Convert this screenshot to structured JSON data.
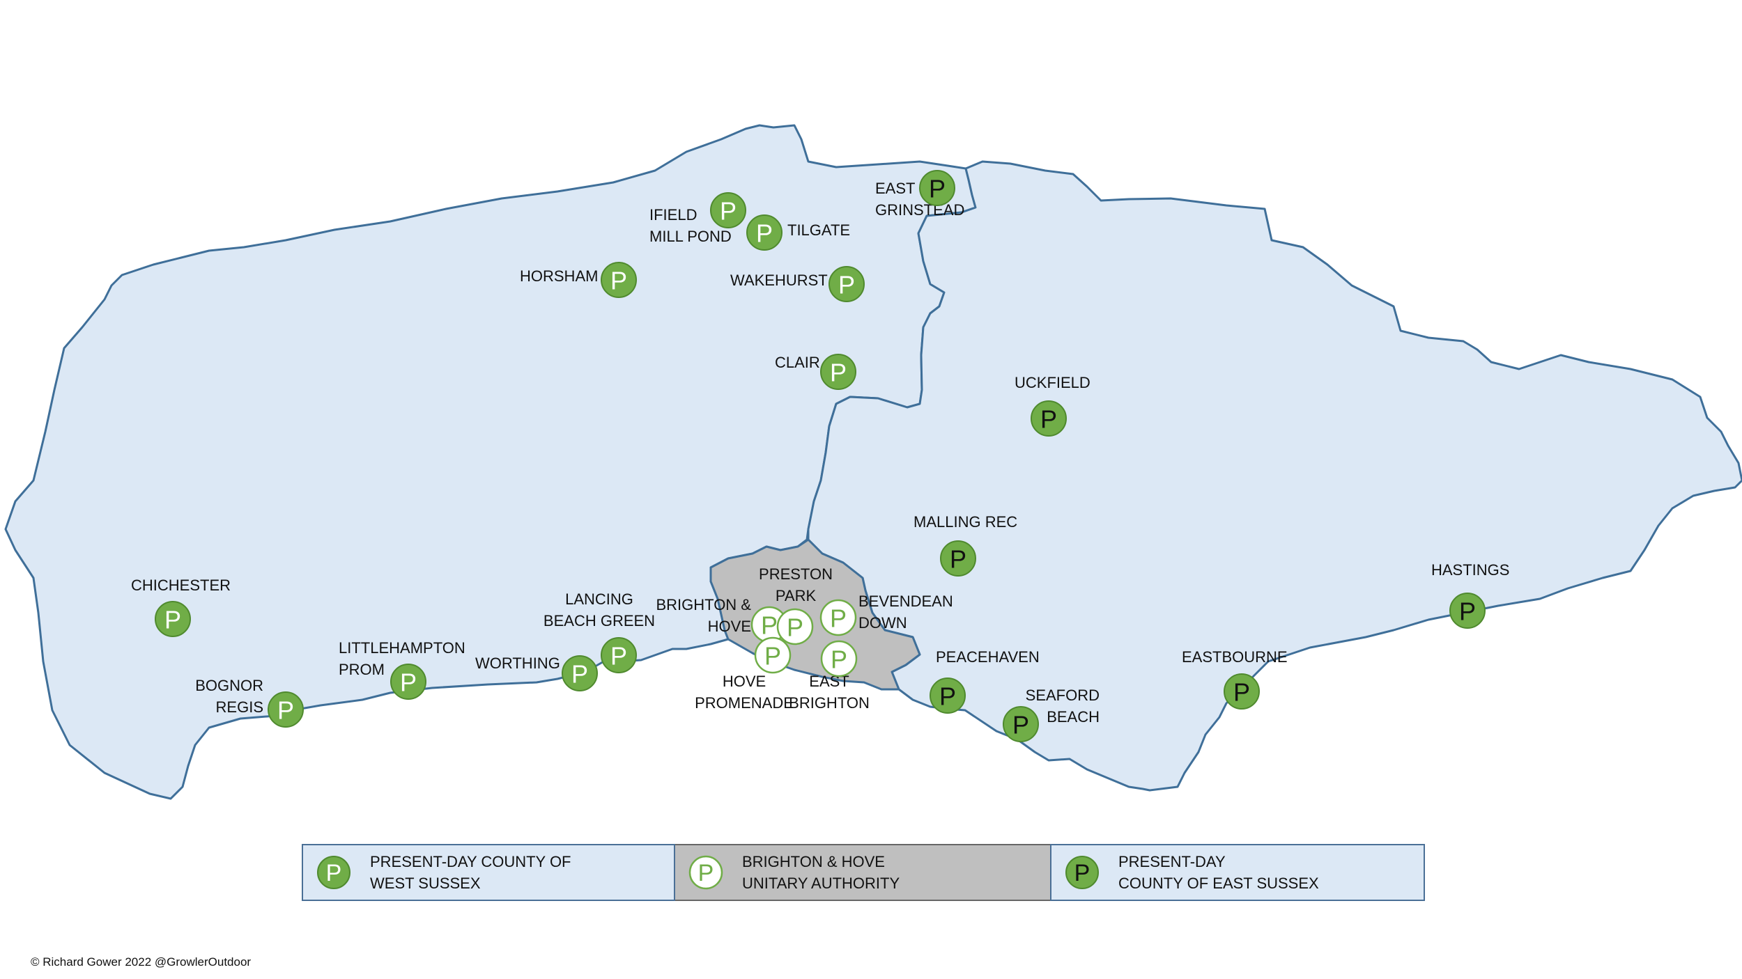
{
  "colors": {
    "county_fill": "#dce8f5",
    "outline": "#3f6f99",
    "brighton_fill": "#bfbfbf",
    "pin_green": "#70ad47",
    "pin_stroke": "#4f8a2e",
    "white": "#ffffff"
  },
  "map": {
    "pins": [
      {
        "id": "ifield",
        "type": "west",
        "lines": [
          "IFIELD",
          "MILL POND"
        ]
      },
      {
        "id": "tilgate",
        "type": "west",
        "lines": [
          "TILGATE"
        ]
      },
      {
        "id": "east-grinstead",
        "type": "east",
        "lines": [
          "EAST",
          "GRINSTEAD"
        ]
      },
      {
        "id": "horsham",
        "type": "west",
        "lines": [
          "HORSHAM"
        ]
      },
      {
        "id": "wakehurst",
        "type": "west",
        "lines": [
          "WAKEHURST"
        ]
      },
      {
        "id": "clair",
        "type": "west",
        "lines": [
          "CLAIR"
        ]
      },
      {
        "id": "uckfield",
        "type": "east",
        "lines": [
          "UCKFIELD"
        ]
      },
      {
        "id": "malling-rec",
        "type": "east",
        "lines": [
          "MALLING REC"
        ]
      },
      {
        "id": "chichester",
        "type": "west",
        "lines": [
          "CHICHESTER"
        ]
      },
      {
        "id": "lancing",
        "type": "west",
        "lines": [
          "LANCING",
          "BEACH GREEN"
        ]
      },
      {
        "id": "littlehampton",
        "type": "west",
        "lines": [
          "LITTLEHAMPTON",
          "PROM"
        ]
      },
      {
        "id": "worthing",
        "type": "west",
        "lines": [
          "WORTHING"
        ]
      },
      {
        "id": "bognor",
        "type": "west",
        "lines": [
          "BOGNOR",
          "REGIS"
        ]
      },
      {
        "id": "preston-park",
        "type": "bh",
        "lines": [
          "PRESTON",
          "PARK"
        ]
      },
      {
        "id": "brighton-hove",
        "type": "bh",
        "lines": [
          "BRIGHTON &",
          "HOVE"
        ]
      },
      {
        "id": "bevendean",
        "type": "bh",
        "lines": [
          "BEVENDEAN",
          "DOWN"
        ]
      },
      {
        "id": "hove-promenade",
        "type": "bh",
        "lines": [
          "HOVE",
          "PROMENADE"
        ]
      },
      {
        "id": "east-brighton",
        "type": "bh",
        "lines": [
          "EAST",
          "BRIGHTON"
        ]
      },
      {
        "id": "peacehaven",
        "type": "east",
        "lines": [
          "PEACEHAVEN"
        ]
      },
      {
        "id": "seaford",
        "type": "east",
        "lines": [
          "SEAFORD",
          "BEACH"
        ]
      },
      {
        "id": "eastbourne",
        "type": "east",
        "lines": [
          "EASTBOURNE"
        ]
      },
      {
        "id": "hastings",
        "type": "east",
        "lines": [
          "HASTINGS"
        ]
      }
    ]
  },
  "legend": {
    "west": {
      "icon_letter": "P",
      "line1": "PRESENT-DAY COUNTY OF",
      "line2": "WEST SUSSEX"
    },
    "bh": {
      "icon_letter": "P",
      "line1": "BRIGHTON & HOVE",
      "line2": "UNITARY AUTHORITY"
    },
    "east": {
      "icon_letter": "P",
      "line1": "PRESENT-DAY",
      "line2": "COUNTY OF EAST SUSSEX"
    }
  },
  "copyright": "© Richard Gower 2022 @GrowlerOutdoor"
}
